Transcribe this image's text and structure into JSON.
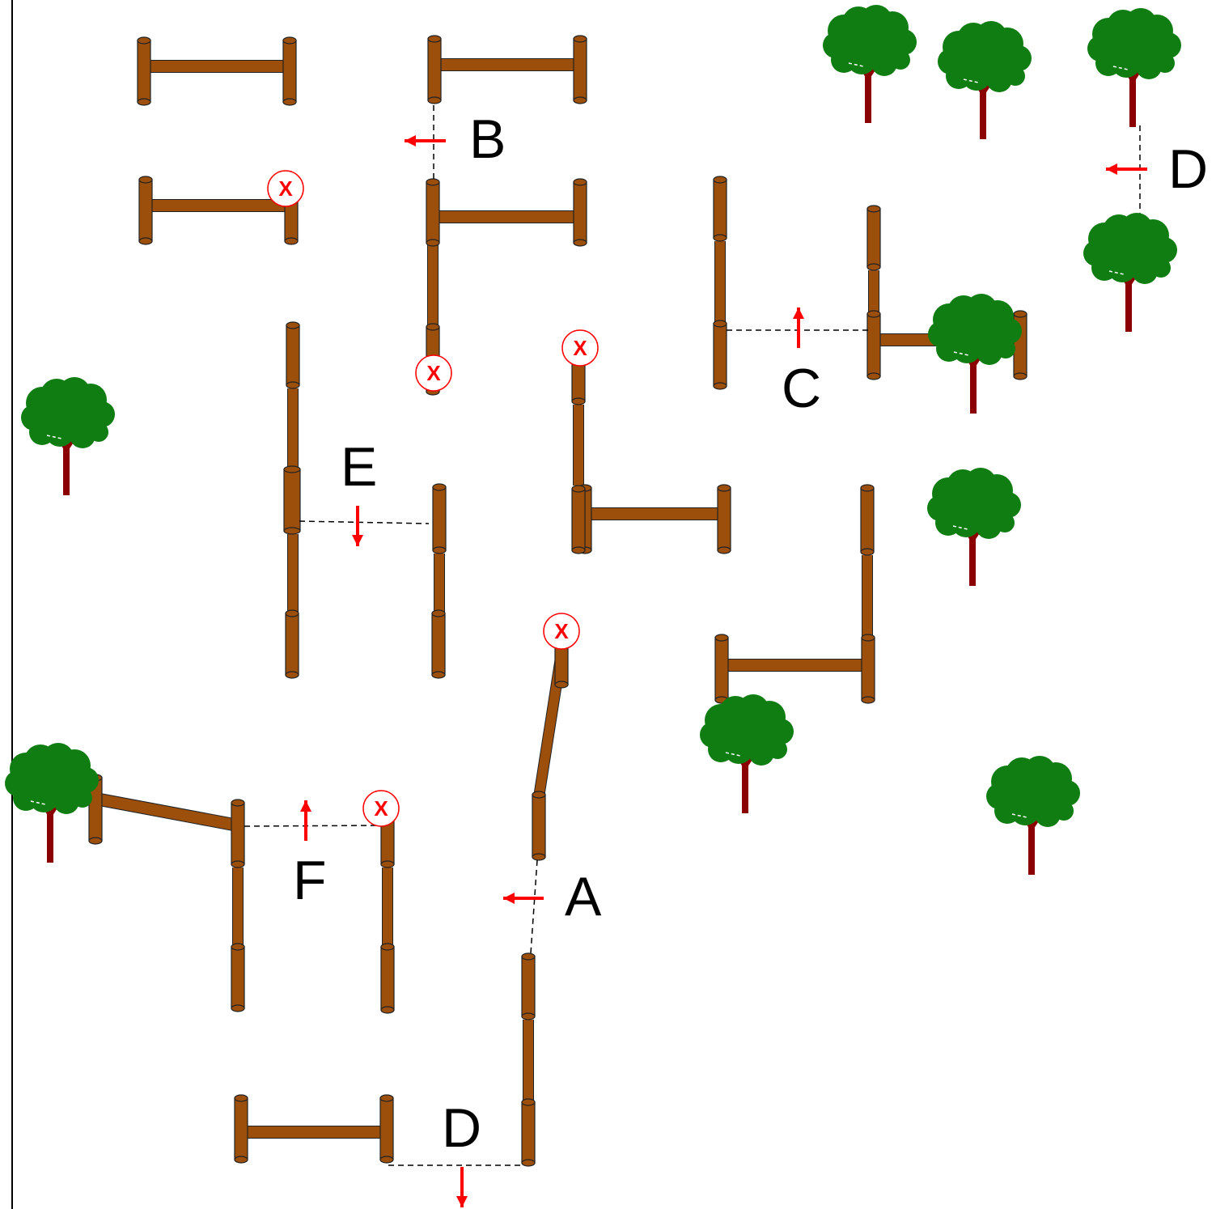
{
  "colors": {
    "wood": "#9c4f0b",
    "wood_outline": "#222222",
    "foliage": "#0f7d12",
    "trunk": "#8b0000",
    "arrow": "#ff0000",
    "dashed_line": "#000000",
    "left_border": "#000000"
  },
  "gates": [
    {
      "label": "A",
      "direction": "left"
    },
    {
      "label": "B",
      "direction": "left"
    },
    {
      "label": "C",
      "direction": "up"
    },
    {
      "label": "D",
      "direction": "left"
    },
    {
      "label": "E",
      "direction": "down"
    },
    {
      "label": "F",
      "direction": "up"
    },
    {
      "label": "D",
      "direction": "down"
    }
  ],
  "elimination_marks": [
    {
      "text": "X"
    },
    {
      "text": "X"
    },
    {
      "text": "X"
    },
    {
      "text": "X"
    },
    {
      "text": "X"
    }
  ],
  "icons": {
    "tree": "tree-icon",
    "post": "post-icon",
    "arrow": "direction-arrow-icon",
    "elimination": "elimination-x-icon"
  }
}
